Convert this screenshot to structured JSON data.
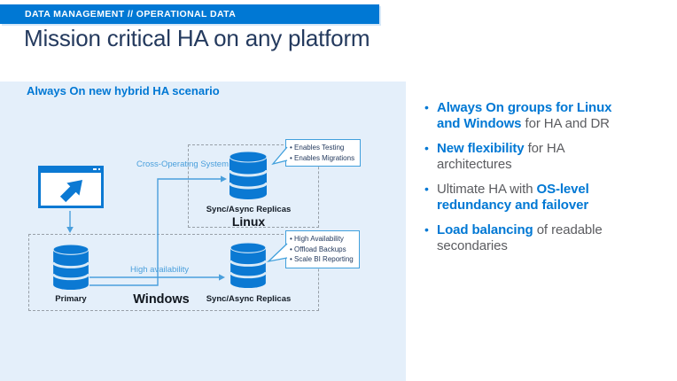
{
  "slide": {
    "kicker": "DATA MANAGEMENT // OPERATIONAL DATA",
    "title": "Mission critical HA on any platform"
  },
  "diagram": {
    "heading": "Always On new hybrid HA scenario",
    "arrows": {
      "cross_os": "Cross-Operating System",
      "high_availability": "High availability"
    },
    "linux_group": {
      "os_label": "Linux",
      "db_caption": "Sync/Async Replicas",
      "callout": [
        "Enables Testing",
        "Enables Migrations"
      ]
    },
    "windows_group": {
      "os_label": "Windows",
      "primary_caption": "Primary",
      "replica_caption": "Sync/Async Replicas",
      "callout": [
        "High Availability",
        "Offload Backups",
        "Scale BI Reporting"
      ]
    },
    "icons": {
      "app_window": "app-window-arrow-icon",
      "database": "database-icon"
    }
  },
  "key_points": [
    [
      {
        "text": "Always On groups for Linux and Windows",
        "bold": true
      },
      {
        "text": " for HA and DR",
        "bold": false
      }
    ],
    [
      {
        "text": "New flexibility",
        "bold": true
      },
      {
        "text": " for HA architectures",
        "bold": false
      }
    ],
    [
      {
        "text": "Ultimate HA with ",
        "bold": false
      },
      {
        "text": "OS-level redundancy and failover",
        "bold": true
      }
    ],
    [
      {
        "text": "Load balancing",
        "bold": true
      },
      {
        "text": " of readable secondaries",
        "bold": false
      }
    ]
  ],
  "colors": {
    "accent_blue": "#0078D4",
    "panel_background": "#E4EFFA",
    "title_text": "#243A5E",
    "body_gray": "#5B5C60",
    "callout_border": "#41A0DC",
    "dashed_border": "#98A0A8",
    "arrow_blue": "#4A9FDC",
    "diagram_label_dark": "#141C26"
  }
}
